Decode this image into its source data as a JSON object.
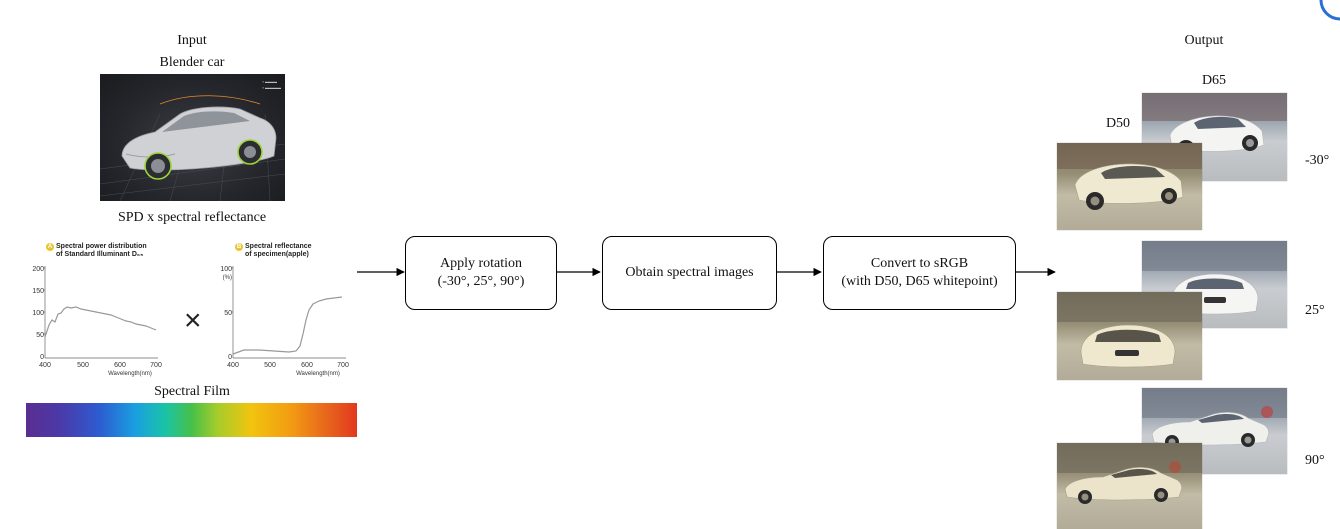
{
  "input": {
    "header": "Input",
    "blender_label": "Blender car",
    "spd_label": "SPD x spectral reflectance",
    "film_label": "Spectral Film",
    "multiply_symbol": "×",
    "chart_spd": {
      "badge": "A",
      "title_line1": "Spectral power distribution",
      "title_line2": "of Standard Illuminant D₆₅",
      "y_ticks": [
        "200",
        "150",
        "100",
        "50",
        "0"
      ],
      "x_ticks": [
        "400",
        "500",
        "600",
        "700"
      ],
      "x_label": "Wavelength(nm)"
    },
    "chart_refl": {
      "badge": "B",
      "title_line1": "Spectral reflectance",
      "title_line2": "of specimen(apple)",
      "y_ticks": [
        "100",
        "50",
        "0"
      ],
      "y_unit": "(%)",
      "x_ticks": [
        "400",
        "500",
        "600",
        "700"
      ],
      "x_label": "Wavelength(nm)"
    }
  },
  "process": {
    "step1_line1": "Apply rotation",
    "step1_line2": "(-30°, 25°, 90°)",
    "step2": "Obtain spectral images",
    "step3_line1": "Convert to sRGB",
    "step3_line2": "(with D50, D65 whitepoint)"
  },
  "output": {
    "header": "Output",
    "d65_label": "D65",
    "d50_label": "D50",
    "angles": [
      "-30°",
      "25°",
      "90°"
    ]
  },
  "colors": {
    "arrow": "#000000",
    "spd_curve": "#999999",
    "badge": "#e8c430"
  }
}
